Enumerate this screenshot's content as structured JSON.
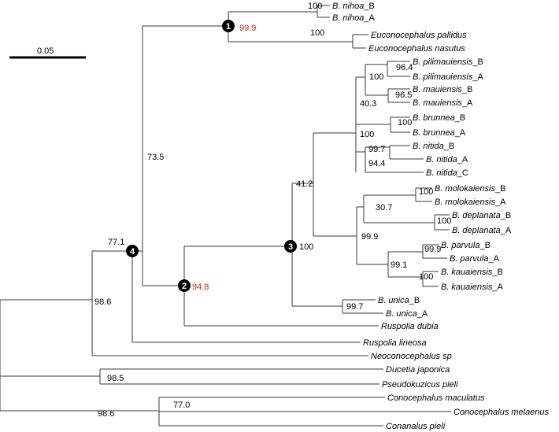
{
  "scale_bar": {
    "label": "0.05"
  },
  "colors": {
    "branch": "#3a3a3a",
    "highlight_support": "#d42020",
    "node_marker": "#000000"
  },
  "taxa": [
    {
      "id": "nihoa_b",
      "genus": "B.",
      "epithet": "nihoa",
      "suffix": "_B"
    },
    {
      "id": "nihoa_a",
      "genus": "B.",
      "epithet": "nihoa",
      "suffix": "_A"
    },
    {
      "id": "euc_pallidus",
      "genus": "Euconocephalus",
      "epithet": "pallidus",
      "suffix": ""
    },
    {
      "id": "euc_nasutus",
      "genus": "Euconocephalus",
      "epithet": "nasutus",
      "suffix": ""
    },
    {
      "id": "pilim_b",
      "genus": "B.",
      "epithet": "pilimauiensis",
      "suffix": "_B"
    },
    {
      "id": "pilim_a",
      "genus": "B.",
      "epithet": "pilimauiensis",
      "suffix": "_A"
    },
    {
      "id": "maui_b",
      "genus": "B.",
      "epithet": "mauiensis",
      "suffix": "_B"
    },
    {
      "id": "maui_a",
      "genus": "B.",
      "epithet": "mauiensis",
      "suffix": "_A"
    },
    {
      "id": "brun_b",
      "genus": "B.",
      "epithet": "brunnea",
      "suffix": "_B"
    },
    {
      "id": "brun_a",
      "genus": "B.",
      "epithet": "brunnea",
      "suffix": "_A"
    },
    {
      "id": "nit_b",
      "genus": "B.",
      "epithet": "nitida",
      "suffix": "_B"
    },
    {
      "id": "nit_a",
      "genus": "B.",
      "epithet": "nitida",
      "suffix": "_A"
    },
    {
      "id": "nit_c",
      "genus": "B.",
      "epithet": "nitida",
      "suffix": "_C"
    },
    {
      "id": "molo_b",
      "genus": "B.",
      "epithet": "molokaiensis",
      "suffix": "_B"
    },
    {
      "id": "molo_a",
      "genus": "B.",
      "epithet": "molokaiensis",
      "suffix": "_A"
    },
    {
      "id": "depl_b",
      "genus": "B.",
      "epithet": "deplanata",
      "suffix": "_B"
    },
    {
      "id": "depl_a",
      "genus": "B.",
      "epithet": "deplanata",
      "suffix": "_A"
    },
    {
      "id": "parv_b",
      "genus": "B.",
      "epithet": "parvula",
      "suffix": "_B"
    },
    {
      "id": "parv_a",
      "genus": "B.",
      "epithet": "parvula",
      "suffix": "_A"
    },
    {
      "id": "kaua_b",
      "genus": "B.",
      "epithet": "kauaiensis",
      "suffix": "_B"
    },
    {
      "id": "kaua_a",
      "genus": "B.",
      "epithet": "kauaiensis",
      "suffix": "_A"
    },
    {
      "id": "unica_b",
      "genus": "B.",
      "epithet": "unica",
      "suffix": "_B"
    },
    {
      "id": "unica_a",
      "genus": "B.",
      "epithet": "unica",
      "suffix": "_A"
    },
    {
      "id": "rusp_dubia",
      "genus": "Ruspolia",
      "epithet": "dubia",
      "suffix": ""
    },
    {
      "id": "rusp_lineosa",
      "genus": "Ruspolia",
      "epithet": "lineosa",
      "suffix": ""
    },
    {
      "id": "neocon",
      "genus": "Neoconocephalus",
      "epithet": "sp",
      "suffix": ""
    },
    {
      "id": "ducetia",
      "genus": "Ducetia",
      "epithet": "japonica",
      "suffix": ""
    },
    {
      "id": "pseudo",
      "genus": "Pseudokuzicus",
      "epithet": "pieli",
      "suffix": ""
    },
    {
      "id": "con_mac",
      "genus": "Conocephalus",
      "epithet": "maculatus",
      "suffix": ""
    },
    {
      "id": "con_mel",
      "genus": "Conocephalus",
      "epithet": "melaenus",
      "suffix": ""
    },
    {
      "id": "conan",
      "genus": "Conanalus",
      "epithet": "pieli",
      "suffix": ""
    }
  ],
  "support": [
    {
      "id": "s_nihoa",
      "value": "100"
    },
    {
      "id": "s_node1",
      "value": "99.9",
      "highlight": true
    },
    {
      "id": "s_euc",
      "value": "100"
    },
    {
      "id": "s_pilim_maui",
      "value": "100"
    },
    {
      "id": "s_pilim",
      "value": "96.4"
    },
    {
      "id": "s_maui",
      "value": "96.5"
    },
    {
      "id": "s_403",
      "value": "40.3"
    },
    {
      "id": "s_brun",
      "value": "100"
    },
    {
      "id": "s_ingroup",
      "value": "100"
    },
    {
      "id": "s_nit_ab",
      "value": "99.7"
    },
    {
      "id": "s_nit",
      "value": "94.4"
    },
    {
      "id": "s_412",
      "value": "41.2"
    },
    {
      "id": "s_molo",
      "value": "100"
    },
    {
      "id": "s_307",
      "value": "30.7"
    },
    {
      "id": "s_depl",
      "value": "100"
    },
    {
      "id": "s_999",
      "value": "99.9"
    },
    {
      "id": "s_parv",
      "value": "99.9"
    },
    {
      "id": "s_991",
      "value": "99.1"
    },
    {
      "id": "s_kaua",
      "value": "100"
    },
    {
      "id": "s_node3",
      "value": "100"
    },
    {
      "id": "s_unica",
      "value": "99.7"
    },
    {
      "id": "s_node2",
      "value": "94.8",
      "highlight": true
    },
    {
      "id": "s_735",
      "value": "73.5"
    },
    {
      "id": "s_node4",
      "value": "77.1"
    },
    {
      "id": "s_986a",
      "value": "98.6"
    },
    {
      "id": "s_985",
      "value": "98.5"
    },
    {
      "id": "s_770",
      "value": "77.0"
    },
    {
      "id": "s_986b",
      "value": "98.6"
    }
  ],
  "node_markers": [
    {
      "id": "n1",
      "label": "1"
    },
    {
      "id": "n2",
      "label": "2"
    },
    {
      "id": "n3",
      "label": "3"
    },
    {
      "id": "n4",
      "label": "4"
    }
  ]
}
